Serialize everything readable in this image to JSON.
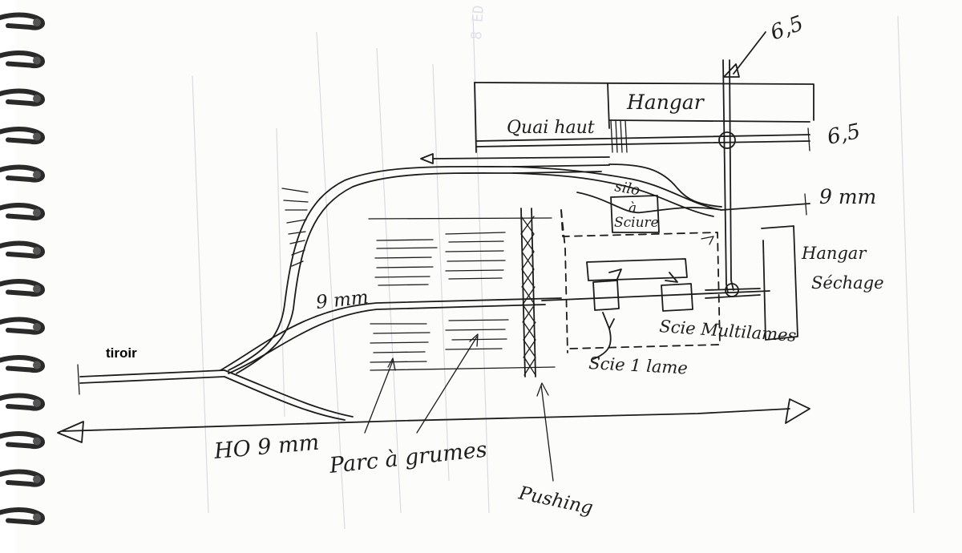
{
  "labels": {
    "tiroir": "tiroir",
    "ho_9mm": "HO 9 mm",
    "parc_a_grumes": "Parc à grumes",
    "pushing": "Pushing",
    "quai_haut": "Quai haut",
    "hangar": "Hangar",
    "six_five_top": "6,5",
    "six_five_right": "6,5",
    "nine_mm_right": "9 mm",
    "nine_mm_left": "9 mm",
    "silo_line1": "silo",
    "silo_line2": "à",
    "silo_line3": "Sciure",
    "hangar_sechage_line1": "Hangar",
    "hangar_sechage_line2": "Séchage",
    "scie_multilames": "Scie Multilames",
    "scie_1_lame": "Scie 1 lame"
  },
  "colors": {
    "ink": "#1c1c1c",
    "paper": "#fcfcfa",
    "binding": "#2a2a2a"
  }
}
